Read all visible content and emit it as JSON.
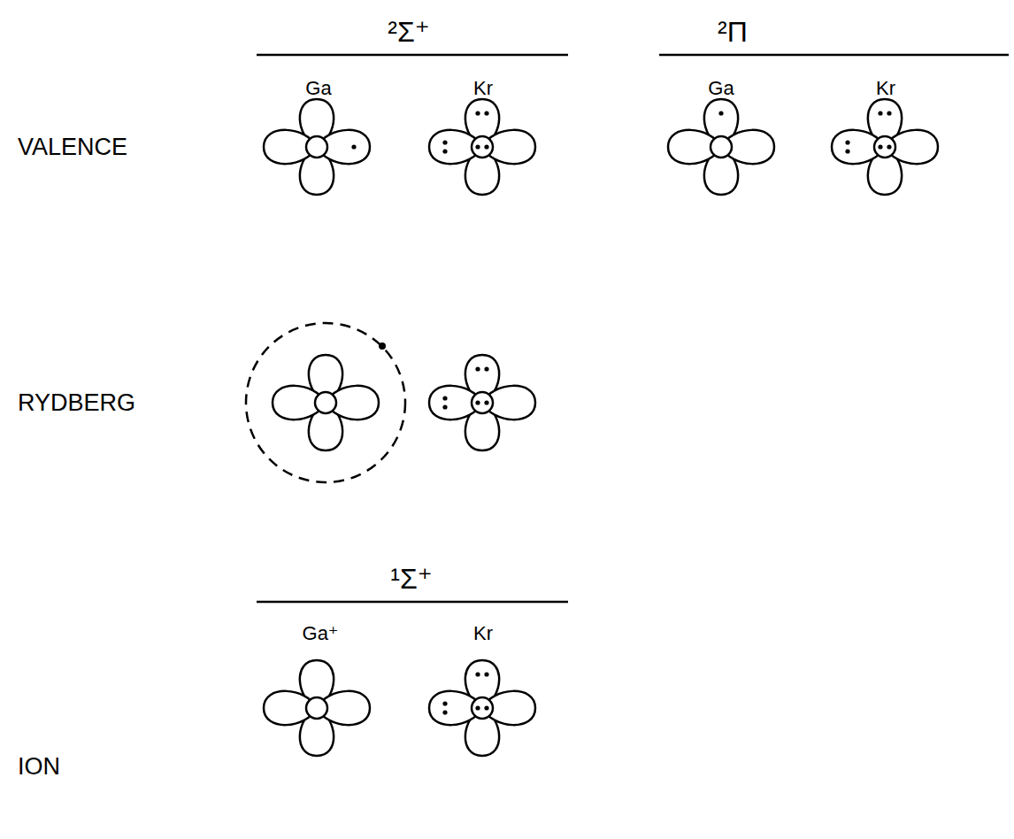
{
  "diagram": {
    "labels": [
      "²Σ⁺",
      "²Π",
      "Ga",
      "Kr",
      "Ga",
      "Kr",
      "VALENCE",
      "RYDBERG",
      "¹Σ⁺",
      "Ga⁺",
      "Kr",
      "ION"
    ]
  }
}
